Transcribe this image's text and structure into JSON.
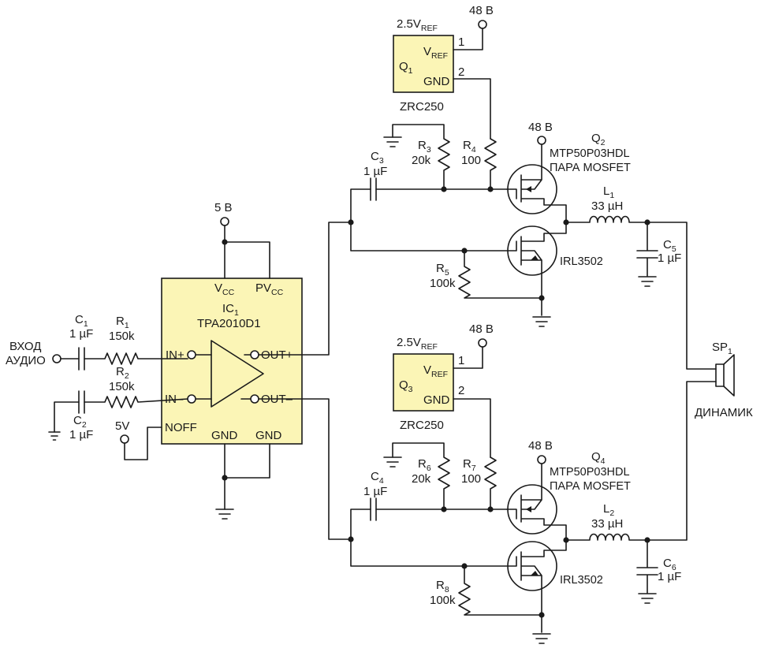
{
  "colors": {
    "ic_fill": "#fbf5b6",
    "wire": "#1a1a1a"
  },
  "ic1": {
    "ref": "IC",
    "ref_sub": "1",
    "part": "TPA2010D1",
    "pins": {
      "vcc": "V",
      "vcc_sub": "CC",
      "pvcc": "PV",
      "pvcc_sub": "CC",
      "in_p": "IN+",
      "in_n": "IN–",
      "out_p": "OUT+",
      "out_n": "OUT–",
      "noff": "NOFF",
      "gnd1": "GND",
      "gnd2": "GND"
    }
  },
  "supply_5v": "5 В",
  "supply_5v_noff": "5V",
  "audio_in": {
    "line1": "ВХОД",
    "line2": "АУДИО"
  },
  "speaker": {
    "ref": "SP",
    "ref_sub": "1",
    "label": "ДИНАМИК"
  },
  "channels": [
    {
      "q_ref": "Q",
      "q_ref_sub": "1",
      "q_vref": "V",
      "q_vref_sub": "REF",
      "q_gnd": "GND",
      "pin1": "1",
      "pin2": "2",
      "ref_label": "2.5V",
      "ref_label_sub": "REF",
      "supply": "48 В",
      "q_part": "ZRC250",
      "c_in": {
        "ref": "C",
        "sub": "3",
        "val": "1 µF"
      },
      "r_a": {
        "ref": "R",
        "sub": "3",
        "val": "20k"
      },
      "r_b": {
        "ref": "R",
        "sub": "4",
        "val": "100"
      },
      "r_c": {
        "ref": "R",
        "sub": "5",
        "val": "100k"
      },
      "mos_supply": "48 В",
      "qp": {
        "ref": "Q",
        "sub": "2",
        "part": "MTP50P03HDL",
        "desc": "ПАРА MOSFET"
      },
      "qn_part": "IRL3502",
      "l": {
        "ref": "L",
        "sub": "1",
        "val": "33 µH"
      },
      "c_out": {
        "ref": "C",
        "sub": "5",
        "val": "1 µF"
      }
    },
    {
      "q_ref": "Q",
      "q_ref_sub": "3",
      "q_vref": "V",
      "q_vref_sub": "REF",
      "q_gnd": "GND",
      "pin1": "1",
      "pin2": "2",
      "ref_label": "2.5V",
      "ref_label_sub": "REF",
      "supply": "48 В",
      "q_part": "ZRC250",
      "c_in": {
        "ref": "C",
        "sub": "4",
        "val": "1 µF"
      },
      "r_a": {
        "ref": "R",
        "sub": "6",
        "val": "20k"
      },
      "r_b": {
        "ref": "R",
        "sub": "7",
        "val": "100"
      },
      "r_c": {
        "ref": "R",
        "sub": "8",
        "val": "100k"
      },
      "mos_supply": "48 В",
      "qp": {
        "ref": "Q",
        "sub": "4",
        "part": "MTP50P03HDL",
        "desc": "ПАРА MOSFET"
      },
      "qn_part": "IRL3502",
      "l": {
        "ref": "L",
        "sub": "2",
        "val": "33 µH"
      },
      "c_out": {
        "ref": "C",
        "sub": "6",
        "val": "1 µF"
      }
    }
  ],
  "input_parts": {
    "c1": {
      "ref": "C",
      "sub": "1",
      "val": "1 µF"
    },
    "r1": {
      "ref": "R",
      "sub": "1",
      "val": "150k"
    },
    "r2": {
      "ref": "R",
      "sub": "2",
      "val": "150k"
    },
    "c2": {
      "ref": "C",
      "sub": "2",
      "val": "1 µF"
    }
  }
}
